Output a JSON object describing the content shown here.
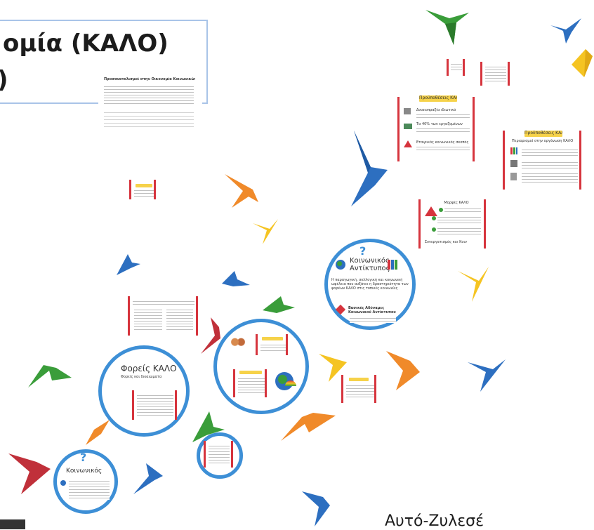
{
  "presentation": {
    "title_line1": "ομία (ΚΑΛΟ)",
    "title_line2": ")",
    "doc_heading": "Προσανατολισμοί στην Οικονομία Κοινωνικών Επιχειρήσεων",
    "bottom_right_text": "Αυτό-Ζυλεσέ"
  },
  "frames": {
    "top_right_tag": "Προϋποθέσεις ΚΑΛΟ",
    "top_right_items": [
      "Δικαιοπραξία ιδιωτικό συμφέρον",
      "Τα 40% των εργαζομένων",
      "Εταιρικός κοινωνικός σκοπός"
    ],
    "right_tag": "Προϋποθέσεις ΚΑΛΟ",
    "right_subtitle": "Περιορισμοί στην οργάνωση ΚΑΛΟ",
    "middle_right_title": "Μορφές ΚΑΛΟ",
    "middle_right_footer": "Συνεργατισμός και ΚοινΣΕΠ"
  },
  "circles": {
    "foreis_title": "Φορείς ΚΑΛΟ",
    "foreis_sub": "Φορείς και δικαιώματα",
    "koinwnikos_title": "Κοινωνικός Αντίκτυπος",
    "koinwnikos_body": "Η παραγωγική, συλλογική και κοινωνική ωφέλεια που αυξάνει η δραστηριότητα των φορέων ΚΑΛΟ στις τοπικές κοινωνίες",
    "koinwnikos_sub": "Βασικές Αδύναμες Κοινωνικού Αντίκτυπου",
    "bottom_left_title": "Κοινωνικός",
    "bottom_left_question": "?"
  },
  "colors": {
    "frame_red": "#d6343d",
    "circle_blue": "#3d8fd6",
    "tag_yellow": "#f6d24a",
    "bird_green": "#3a9d3a",
    "bird_orange": "#f08a2a",
    "bird_blue": "#2d6fc0",
    "bird_yellow": "#f5c422",
    "bird_red": "#c0303a"
  }
}
